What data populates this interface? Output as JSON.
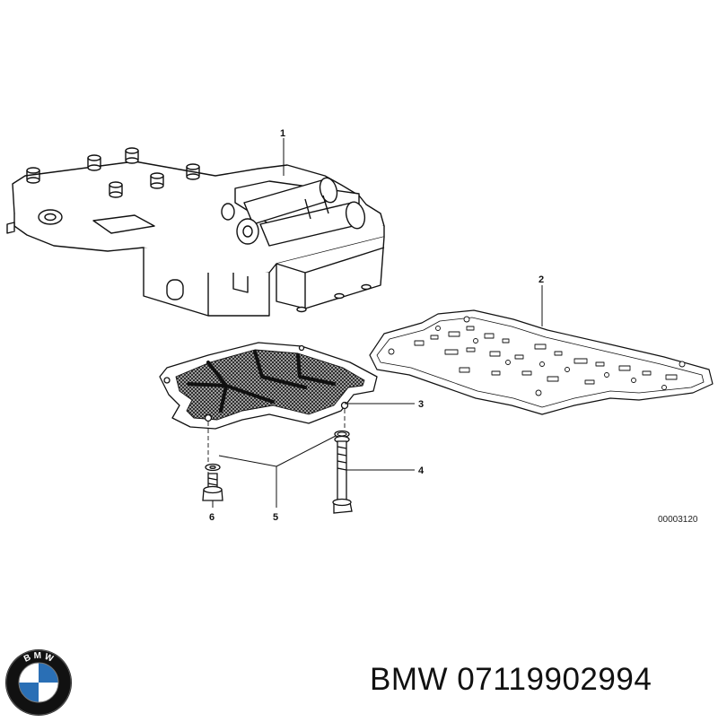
{
  "diagram": {
    "callouts": [
      {
        "id": "1",
        "label": "1"
      },
      {
        "id": "2",
        "label": "2"
      },
      {
        "id": "3",
        "label": "3"
      },
      {
        "id": "4",
        "label": "4"
      },
      {
        "id": "5",
        "label": "5"
      },
      {
        "id": "6",
        "label": "6"
      }
    ],
    "diagram_code": "00003120"
  },
  "caption": {
    "text": "BMW 07119902994"
  },
  "logo": {
    "lettering": "BMW",
    "colors": {
      "ring": "#111111",
      "blue": "#2a6fb5",
      "white": "#ffffff"
    }
  }
}
